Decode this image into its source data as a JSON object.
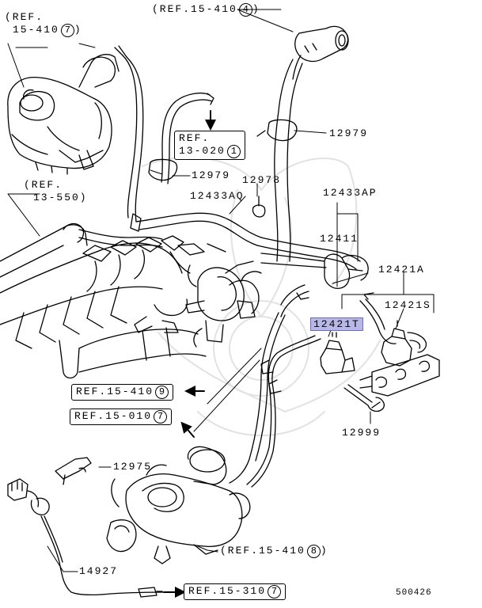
{
  "refs": {
    "ref_15_410_4": {
      "text": "(REF.15-410",
      "circle": "4",
      "close": ")"
    },
    "ref_15_410_7_line1": "(REF.",
    "ref_15_410_7_line2": "15-410",
    "ref_15_410_7_circle": "7",
    "ref_15_410_7_close": ")",
    "ref_13_550_line1": "(REF.",
    "ref_13_550_line2": "13-550)",
    "ref_13_020_line1": "REF.",
    "ref_13_020_line2": "13-020",
    "ref_13_020_circle": "1",
    "ref_15_410_9": {
      "text": "REF.15-410",
      "circle": "9"
    },
    "ref_15_010_7": {
      "text": "REF.15-010",
      "circle": "7"
    },
    "ref_15_410_8": {
      "text": "(REF.15-410",
      "circle": "8",
      "close": ")"
    },
    "ref_15_310_7": {
      "text": "REF.15-310",
      "circle": "7"
    }
  },
  "parts": {
    "p12979_top": "12979",
    "p12979_mid": "12979",
    "p12978": "12978",
    "p12433AQ": "12433AQ",
    "p12433AP": "12433AP",
    "p12411": "12411",
    "p12421A": "12421A",
    "p12421S": "12421S",
    "p12421T": "12421T",
    "p12999": "12999",
    "p12975": "12975",
    "p14927": "14927"
  },
  "doc_number": "500426",
  "colors": {
    "highlight": "#b9b7e8",
    "line": "#000000",
    "background": "#ffffff"
  }
}
